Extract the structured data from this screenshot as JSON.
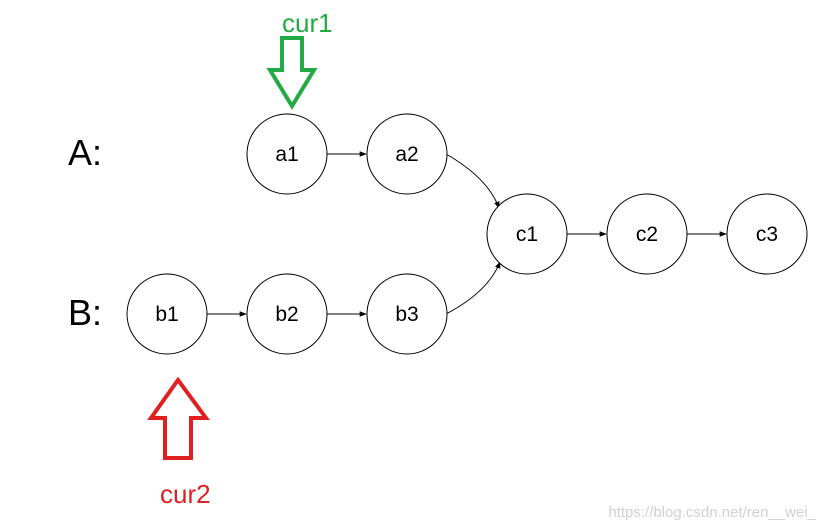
{
  "rows": {
    "a_label": "A:",
    "b_label": "B:"
  },
  "nodes": {
    "a1": "a1",
    "a2": "a2",
    "b1": "b1",
    "b2": "b2",
    "b3": "b3",
    "c1": "c1",
    "c2": "c2",
    "c3": "c3"
  },
  "pointers": {
    "cur1": {
      "label": "cur1",
      "color": "#22aa44"
    },
    "cur2": {
      "label": "cur2",
      "color": "#e02020"
    }
  },
  "watermark": "https://blog.csdn.net/ren__wei_"
}
